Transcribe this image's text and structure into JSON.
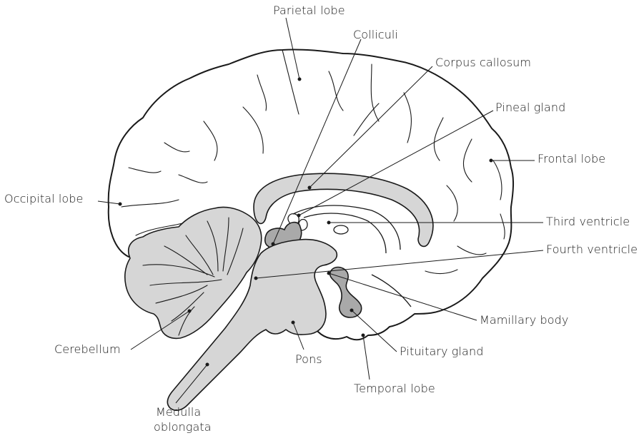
{
  "labels": {
    "parietal_lobe": "Parietal lobe",
    "colliculi": "Colliculi",
    "corpus_callosum": "Corpus callosum",
    "pineal_gland": "Pineal gland",
    "frontal_lobe": "Frontal lobe",
    "occipital_lobe": "Occipital lobe",
    "third_ventricle": "Third ventricle",
    "fourth_ventricle": "Fourth ventricle",
    "mamillary_body": "Mamillary body",
    "cerebellum": "Cerebellum",
    "pituitary_gland": "Pituitary gland",
    "pons": "Pons",
    "temporal_lobe": "Temporal lobe",
    "medulla_line1": "Medulla",
    "medulla_line2": "oblongata"
  },
  "colors": {
    "structure_fill": "#d6d6d6",
    "gland_fill": "#a9a9a9",
    "outline": "#1a1a1a",
    "background": "#ffffff"
  }
}
